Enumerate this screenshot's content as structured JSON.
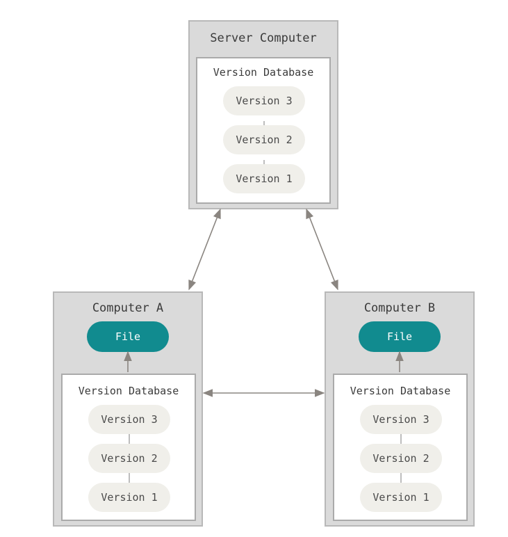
{
  "server": {
    "title": "Server Computer",
    "database": {
      "title": "Version Database",
      "versions": [
        "Version 3",
        "Version 2",
        "Version 1"
      ]
    }
  },
  "computer_a": {
    "title": "Computer A",
    "file": "File",
    "database": {
      "title": "Version Database",
      "versions": [
        "Version 3",
        "Version 2",
        "Version 1"
      ]
    }
  },
  "computer_b": {
    "title": "Computer B",
    "file": "File",
    "database": {
      "title": "Version Database",
      "versions": [
        "Version 3",
        "Version 2",
        "Version 1"
      ]
    }
  },
  "colors": {
    "file_fill": "#118b8f",
    "version_fill": "#f0efea",
    "computer_fill": "#dadada",
    "arrow": "#8a8580"
  }
}
